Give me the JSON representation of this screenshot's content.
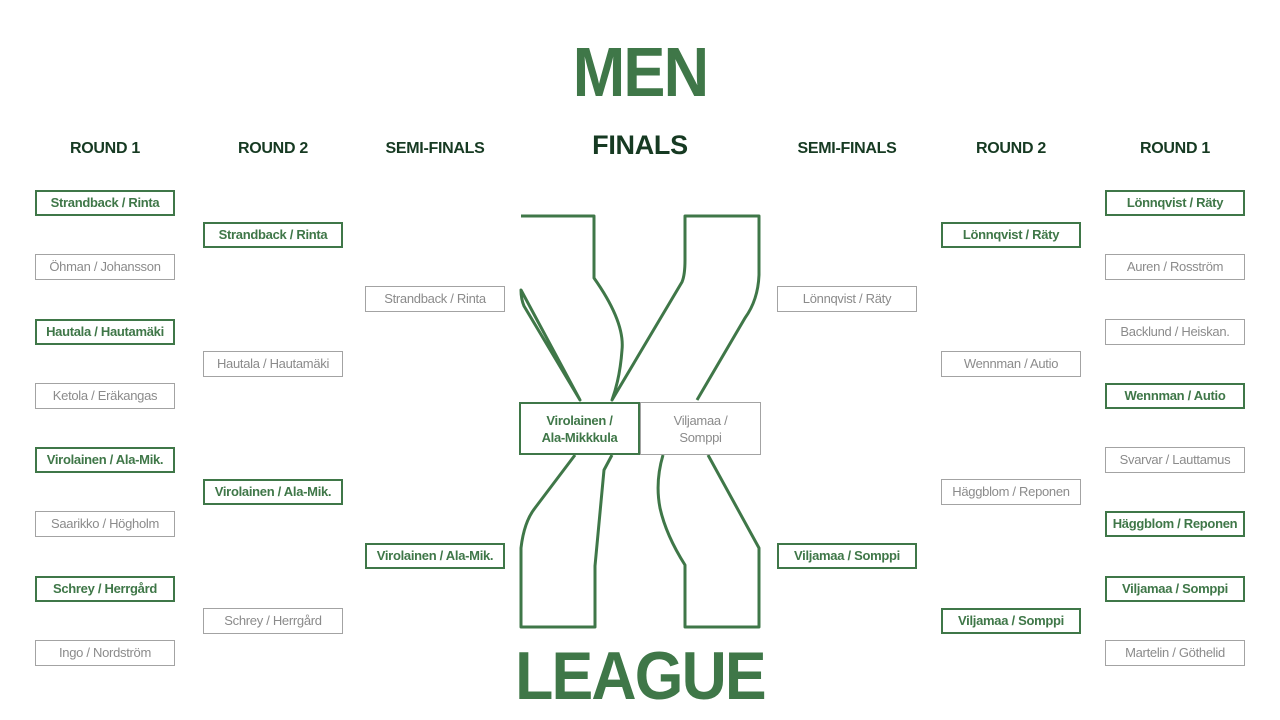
{
  "title_top": "MEN",
  "title_bottom": "LEAGUE",
  "finals_label": "FINALS",
  "colors": {
    "winner": "#3f7748",
    "loser": "#8b8b8b",
    "heading": "#163a22"
  },
  "left": {
    "round1_label": "ROUND 1",
    "round2_label": "ROUND 2",
    "semi_label": "SEMI-FINALS",
    "round1": [
      {
        "name": "Strandback / Rinta",
        "winner": true
      },
      {
        "name": "Öhman / Johansson",
        "winner": false
      },
      {
        "name": "Hautala / Hautamäki",
        "winner": true
      },
      {
        "name": "Ketola / Eräkangas",
        "winner": false
      },
      {
        "name": "Virolainen / Ala-Mik.",
        "winner": true
      },
      {
        "name": "Saarikko / Högholm",
        "winner": false
      },
      {
        "name": "Schrey / Herrgård",
        "winner": true
      },
      {
        "name": "Ingo / Nordström",
        "winner": false
      }
    ],
    "round2": [
      {
        "name": "Strandback / Rinta",
        "winner": true
      },
      {
        "name": "Hautala / Hautamäki",
        "winner": false
      },
      {
        "name": "Virolainen / Ala-Mik.",
        "winner": true
      },
      {
        "name": "Schrey / Herrgård",
        "winner": false
      }
    ],
    "semi": [
      {
        "name": "Strandback / Rinta",
        "winner": false
      },
      {
        "name": "Virolainen / Ala-Mik.",
        "winner": true
      }
    ]
  },
  "right": {
    "round1_label": "ROUND 1",
    "round2_label": "ROUND 2",
    "semi_label": "SEMI-FINALS",
    "round1": [
      {
        "name": "Lönnqvist / Räty",
        "winner": true
      },
      {
        "name": "Auren / Rosström",
        "winner": false
      },
      {
        "name": "Backlund / Heiskan.",
        "winner": false
      },
      {
        "name": "Wennman / Autio",
        "winner": true
      },
      {
        "name": "Svarvar / Lauttamus",
        "winner": false
      },
      {
        "name": "Häggblom / Reponen",
        "winner": true
      },
      {
        "name": "Viljamaa / Somppi",
        "winner": true
      },
      {
        "name": "Martelin / Göthelid",
        "winner": false
      }
    ],
    "round2": [
      {
        "name": "Lönnqvist / Räty",
        "winner": true
      },
      {
        "name": "Wennman / Autio",
        "winner": false
      },
      {
        "name": "Häggblom / Reponen",
        "winner": false
      },
      {
        "name": "Viljamaa / Somppi",
        "winner": true
      }
    ],
    "semi": [
      {
        "name": "Lönnqvist / Räty",
        "winner": false
      },
      {
        "name": "Viljamaa / Somppi",
        "winner": true
      }
    ]
  },
  "final": {
    "winner": {
      "line1": "Virolainen /",
      "line2": "Ala-Mikkkula"
    },
    "loser": {
      "line1": "Viljamaa /",
      "line2": "Somppi"
    }
  }
}
